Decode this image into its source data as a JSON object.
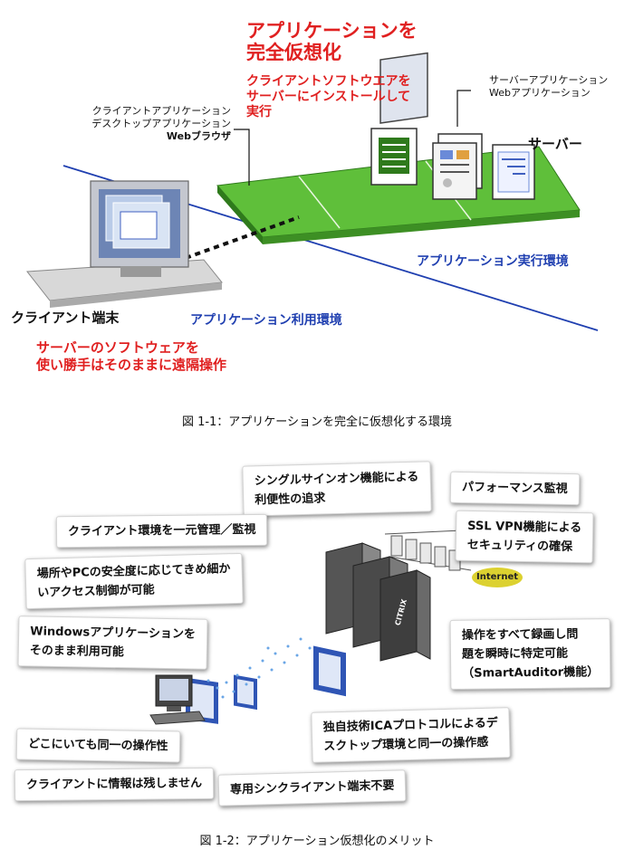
{
  "figure1": {
    "title_line1": "アプリケーションを",
    "title_line2": "完全仮想化",
    "server_install_lines": [
      "クライアントソフトウエアを",
      "サーバーにインストールして",
      "実行"
    ],
    "client_apps_lines": [
      "クライアントアプリケーション",
      "デスクトップアプリケーション",
      "Webブラウザ"
    ],
    "server_apps_lines": [
      "サーバーアプリケーション",
      "Webアプリケーション"
    ],
    "server_label": "サーバー",
    "exec_env_label": "アプリケーション実行環境",
    "client_label": "クライアント端末",
    "use_env_label": "アプリケーション利用環境",
    "remote_lines": [
      "サーバーのソフトウェアを",
      "使い勝手はそのままに遠隔操作"
    ],
    "caption": "図 1-1：アプリケーションを完全に仮想化する環境"
  },
  "figure2": {
    "notes": {
      "sso": [
        "シングルサインオン機能による",
        "利便性の追求"
      ],
      "perf": [
        "パフォーマンス監視"
      ],
      "client_mgmt": [
        "クライアント環境を一元管理／監視"
      ],
      "ssl": [
        "SSL VPN機能による",
        "セキュリティの確保"
      ],
      "access": [
        "場所やPCの安全度に応じてきめ細か",
        "いアクセス制御が可能"
      ],
      "windows": [
        "Windowsアプリケーションを",
        "そのまま利用可能"
      ],
      "record": [
        "操作をすべて録画し問",
        "題を瞬時に特定可能",
        "（SmartAuditor機能）"
      ],
      "ica": [
        "独自技術ICAプロトコルによるデ",
        "スクトップ環境と同一の操作感"
      ],
      "anywhere": [
        "どこにいても同一の操作性"
      ],
      "no_data": [
        "クライアントに情報は残しません"
      ],
      "no_terminal": [
        "専用シンクライアント端末不要"
      ]
    },
    "internet_label": "Internet",
    "citrix_label": "CITRIX",
    "caption": "図 1-2：アプリケーション仮想化のメリット"
  },
  "colors": {
    "accent_red": "#e02020",
    "env_blue": "#1f3fb0",
    "server_green": "#5fbf3a"
  }
}
